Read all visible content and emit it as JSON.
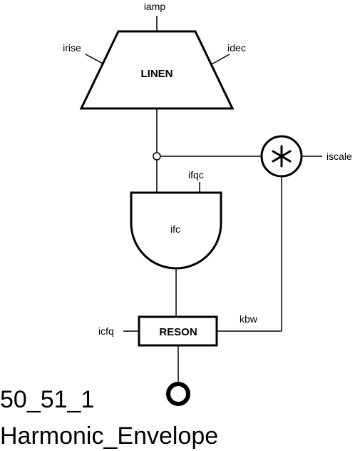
{
  "diagram": {
    "linen": {
      "label": "LINEN",
      "inputs": {
        "top": "iamp",
        "left": "irise",
        "right": "idec"
      }
    },
    "oscil": {
      "label": "ifc",
      "input": "ifqc"
    },
    "multiplier": {
      "symbol": "*",
      "input": "iscale"
    },
    "reson": {
      "label": "RESON",
      "left_input": "icfq",
      "right_input": "kbw"
    }
  },
  "caption": {
    "id": "50_51_1",
    "name": "Harmonic_Envelope"
  }
}
